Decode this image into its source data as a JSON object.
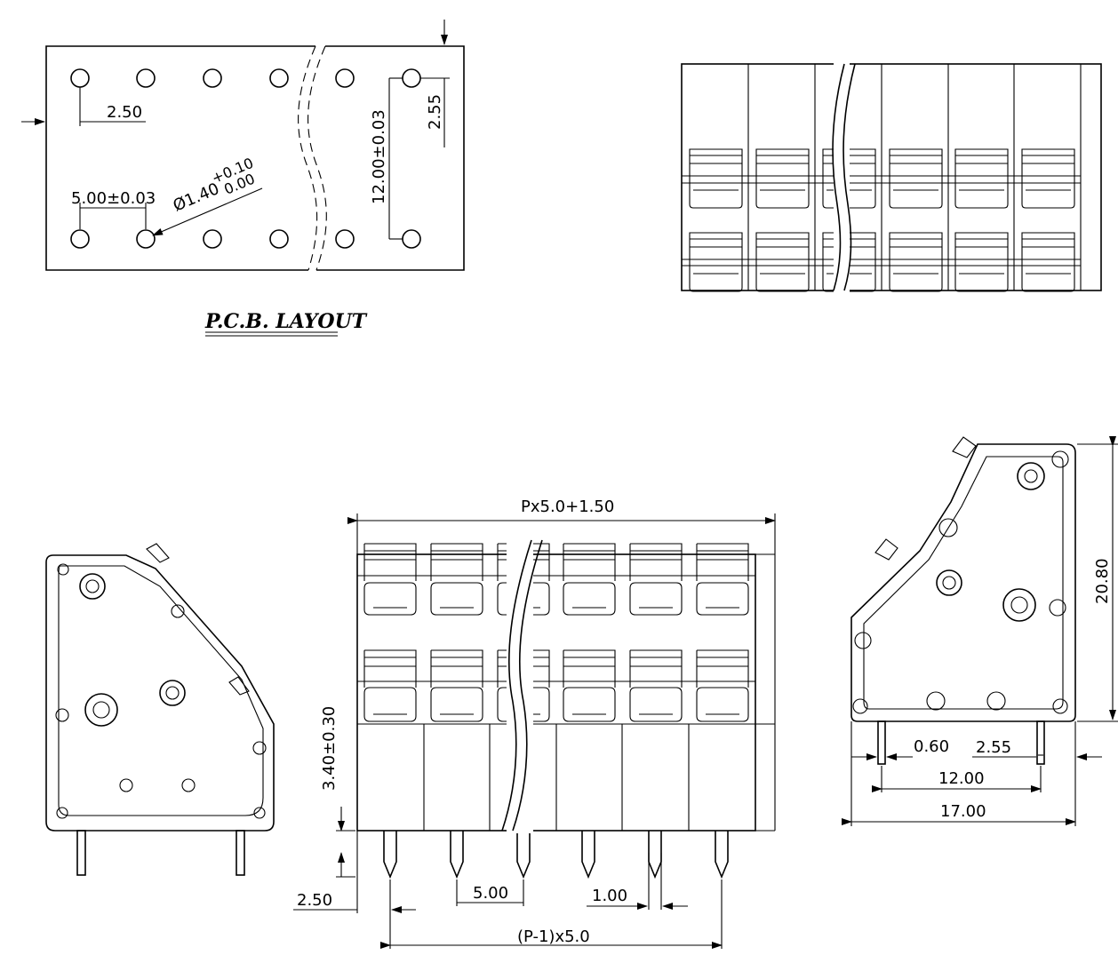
{
  "pcb": {
    "title": "P.C.B. LAYOUT",
    "dim_pitch_half": "2.50",
    "dim_pitch": "5.00±0.03",
    "dim_hole": "Ø1.40",
    "dim_hole_tol_upper": "+0.10",
    "dim_hole_tol_lower": "0.00",
    "dim_row_spacing": "12.00±0.03",
    "dim_offset": "2.55"
  },
  "front": {
    "dim_total_length": "Px5.0+1.50",
    "dim_pin_height": "3.40±0.30",
    "dim_edge": "2.50",
    "dim_pitch": "5.00",
    "dim_pin_width": "1.00",
    "dim_pin_span": "(P-1)x5.0"
  },
  "side": {
    "dim_height": "20.80",
    "dim_pin_thickness": "0.60",
    "dim_offset": "2.55",
    "dim_pin_spacing": "12.00",
    "dim_depth": "17.00"
  }
}
